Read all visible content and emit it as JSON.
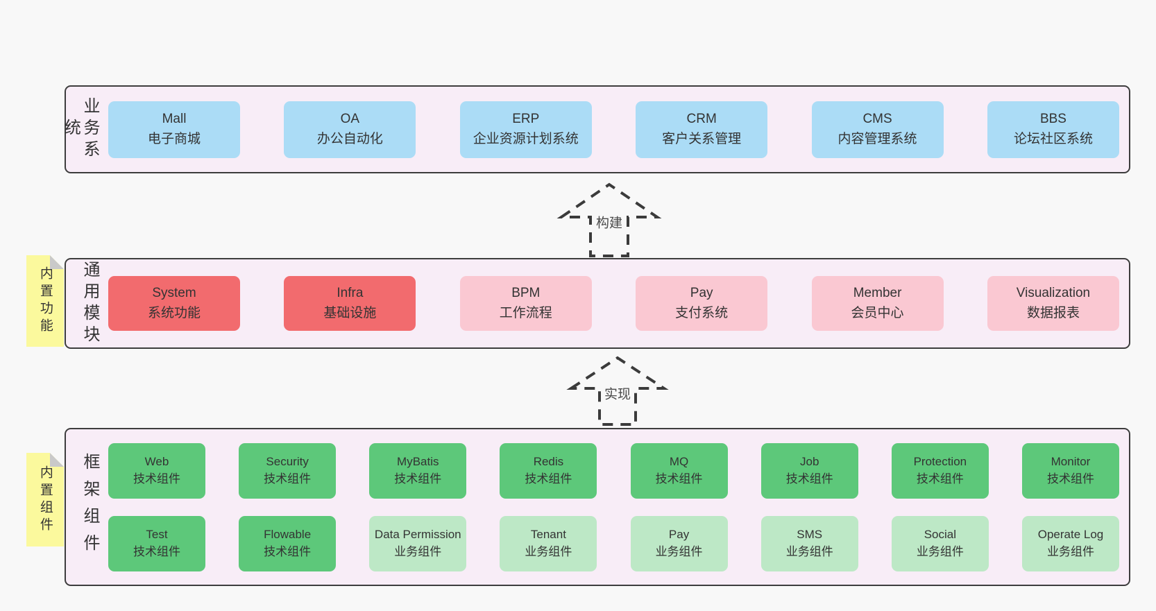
{
  "colors": {
    "page_bg": "#f8f8f8",
    "panel_bg": "#f8edf7",
    "panel_border": "#3d3d3d",
    "system_blue": "#abdcf6",
    "module_red": "#f26b6e",
    "module_pink": "#fac8d2",
    "component_green": "#5dc87a",
    "component_light_green": "#bde8c6",
    "note_yellow": "#fbf99d",
    "note_fold_gray": "#c9c9c9",
    "arrow_stroke": "#3b3b3b",
    "text": "#333333"
  },
  "arrows": {
    "build": "构建",
    "implement": "实现"
  },
  "layers": {
    "business": {
      "label": "业务系统",
      "boxes": [
        {
          "title": "Mall",
          "subtitle": "电子商城"
        },
        {
          "title": "OA",
          "subtitle": "办公自动化"
        },
        {
          "title": "ERP",
          "subtitle": "企业资源计划系统"
        },
        {
          "title": "CRM",
          "subtitle": "客户关系管理"
        },
        {
          "title": "CMS",
          "subtitle": "内容管理系统"
        },
        {
          "title": "BBS",
          "subtitle": "论坛社区系统"
        }
      ]
    },
    "modules": {
      "label": "通用模块",
      "note": "内置功能",
      "boxes": [
        {
          "title": "System",
          "subtitle": "系统功能"
        },
        {
          "title": "Infra",
          "subtitle": "基础设施"
        },
        {
          "title": "BPM",
          "subtitle": "工作流程"
        },
        {
          "title": "Pay",
          "subtitle": "支付系统"
        },
        {
          "title": "Member",
          "subtitle": "会员中心"
        },
        {
          "title": "Visualization",
          "subtitle": "数据报表"
        }
      ]
    },
    "components": {
      "label": "框架组件",
      "note": "内置组件",
      "row1": [
        {
          "title": "Web",
          "subtitle": "技术组件"
        },
        {
          "title": "Security",
          "subtitle": "技术组件"
        },
        {
          "title": "MyBatis",
          "subtitle": "技术组件"
        },
        {
          "title": "Redis",
          "subtitle": "技术组件"
        },
        {
          "title": "MQ",
          "subtitle": "技术组件"
        },
        {
          "title": "Job",
          "subtitle": "技术组件"
        },
        {
          "title": "Protection",
          "subtitle": "技术组件"
        },
        {
          "title": "Monitor",
          "subtitle": "技术组件"
        }
      ],
      "row2": [
        {
          "title": "Test",
          "subtitle": "技术组件"
        },
        {
          "title": "Flowable",
          "subtitle": "技术组件"
        },
        {
          "title": "Data Permission",
          "subtitle": "业务组件"
        },
        {
          "title": "Tenant",
          "subtitle": "业务组件"
        },
        {
          "title": "Pay",
          "subtitle": "业务组件"
        },
        {
          "title": "SMS",
          "subtitle": "业务组件"
        },
        {
          "title": "Social",
          "subtitle": "业务组件"
        },
        {
          "title": "Operate Log",
          "subtitle": "业务组件"
        }
      ]
    }
  }
}
